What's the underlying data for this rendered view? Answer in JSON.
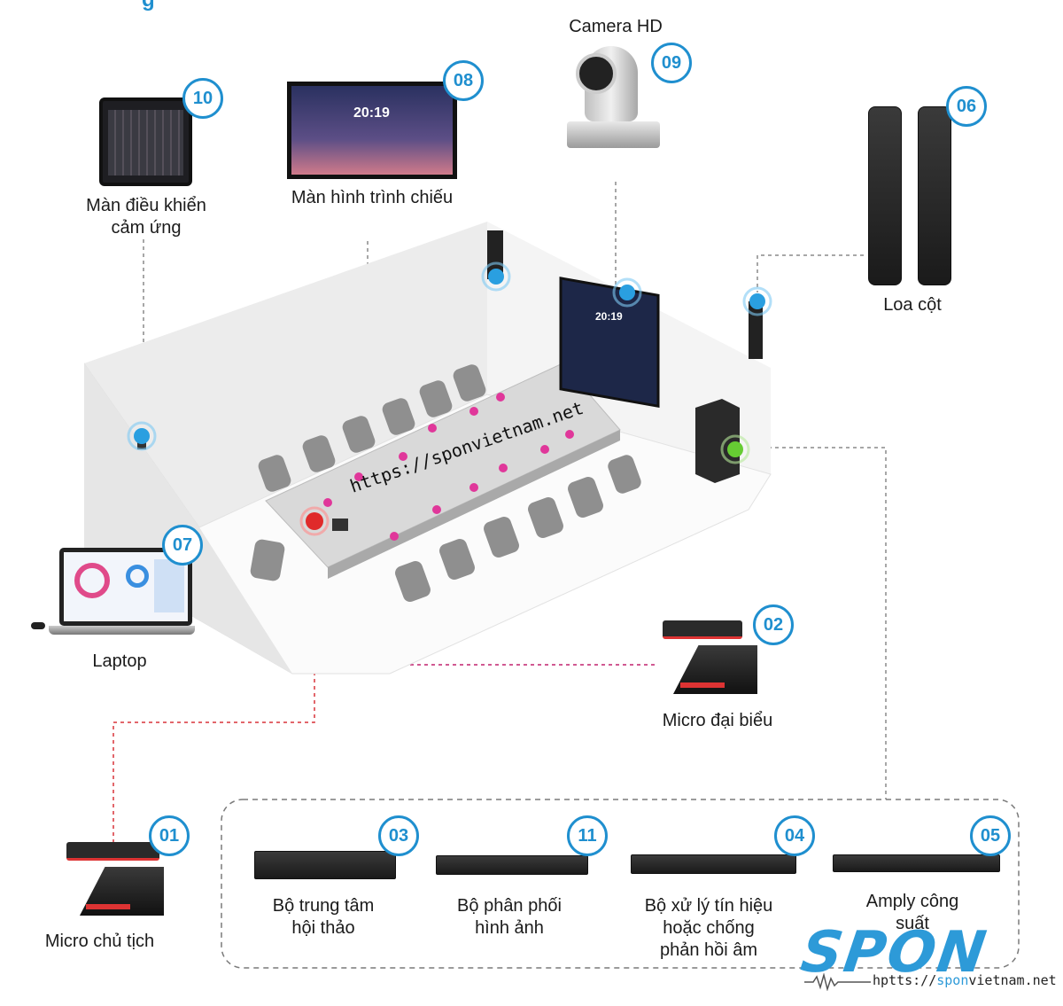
{
  "title_fragment": "g",
  "devices": {
    "d01": {
      "badge": "01",
      "label": "Micro chủ tịch"
    },
    "d02": {
      "badge": "02",
      "label": "Micro đại biểu"
    },
    "d03": {
      "badge": "03",
      "label_l1": "Bộ trung tâm",
      "label_l2": "hội thảo"
    },
    "d04": {
      "badge": "04",
      "label_l1": "Bộ xử lý tín hiệu",
      "label_l2": "hoặc chống",
      "label_l3": "phản hồi âm"
    },
    "d05": {
      "badge": "05",
      "label_l1": "Amply công",
      "label_l2": "suất"
    },
    "d06": {
      "badge": "06",
      "label": "Loa cột"
    },
    "d07": {
      "badge": "07",
      "label": "Laptop"
    },
    "d08": {
      "badge": "08",
      "label": "Màn hình trình chiếu",
      "screen_time": "20:19"
    },
    "d09": {
      "badge": "09",
      "label": "Camera HD"
    },
    "d10": {
      "badge": "10",
      "label_l1": "Màn điều khiển",
      "label_l2": "cảm ứng"
    },
    "d11": {
      "badge": "11",
      "label_l1": "Bộ phân phối",
      "label_l2": "hình ảnh"
    }
  },
  "room_screen_time": "20:19",
  "watermark": "https://sponvietnam.net",
  "brand": {
    "logo": "SPON",
    "url_prefix": "hptts://",
    "url_highlight": "spon",
    "url_suffix": "vietnam.net"
  },
  "colors": {
    "badge": "#1f8fcf",
    "red_line": "#d8333a",
    "pink_line": "#c0226e",
    "gray_line": "#8a8a8a",
    "brand": "#2d9ad8"
  }
}
